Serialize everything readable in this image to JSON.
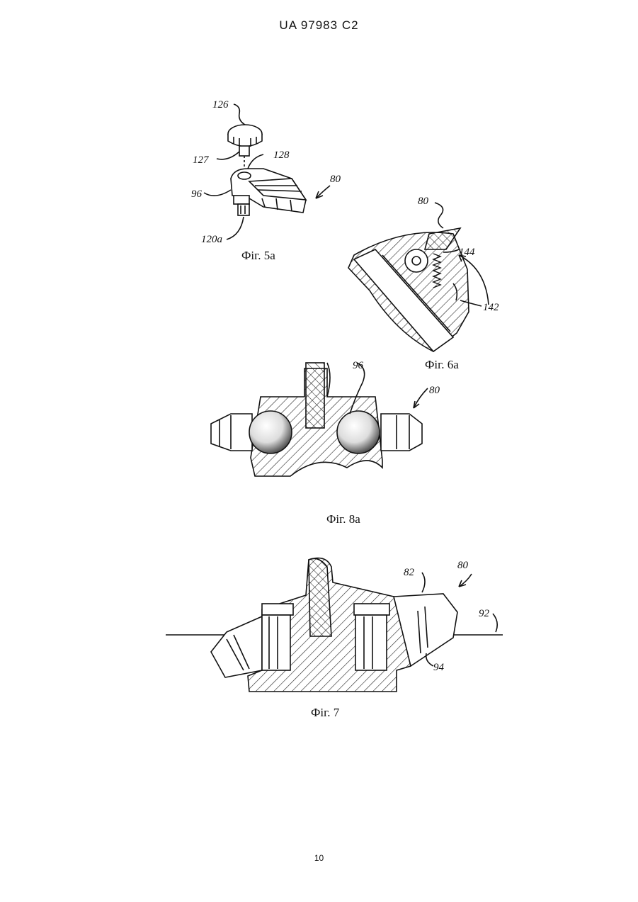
{
  "header": {
    "patent_number": "UA   97983   C2"
  },
  "figures": {
    "fig5a": {
      "caption": "Фіг. 5a",
      "labels": {
        "l126": "126",
        "l127": "127",
        "l128": "128",
        "l96": "96",
        "l120a": "120a",
        "l80": "80"
      }
    },
    "fig6a": {
      "caption": "Фіг. 6a",
      "labels": {
        "l80": "80",
        "l144": "144",
        "l142": "142"
      }
    },
    "fig8a": {
      "caption": "Фіг. 8a",
      "labels": {
        "l96": "96",
        "l80": "80"
      }
    },
    "fig7": {
      "caption": "Фіг. 7",
      "labels": {
        "l82": "82",
        "l80": "80",
        "l92": "92",
        "l94": "94"
      }
    }
  },
  "footer": {
    "page_number": "10"
  }
}
